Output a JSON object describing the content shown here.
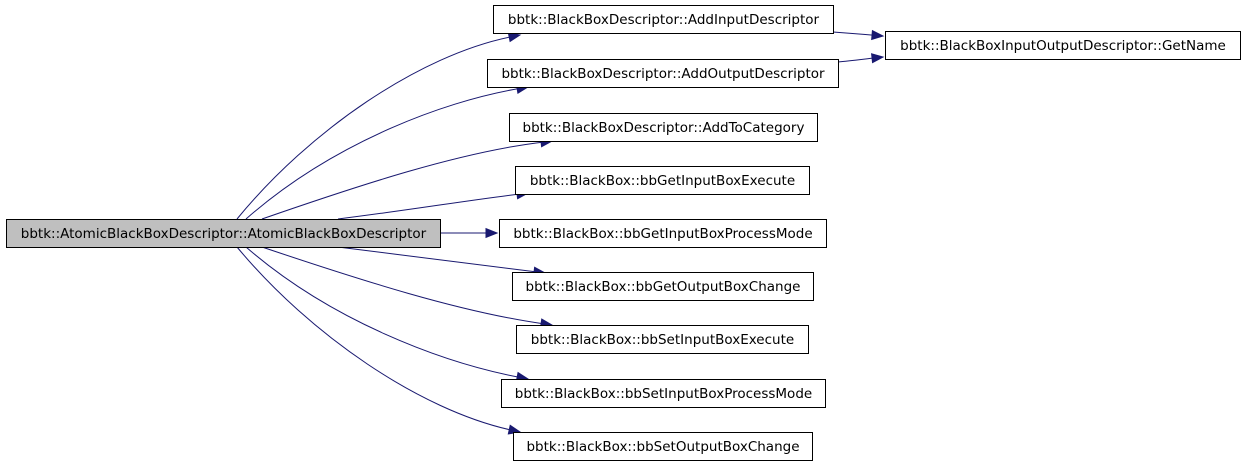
{
  "colors": {
    "edge": "#191970",
    "root_fill": "#bfbfbf",
    "node_fill": "#ffffff",
    "node_border": "#000000"
  },
  "nodes": [
    {
      "id": "root",
      "label": "bbtk::AtomicBlackBoxDescriptor::AtomicBlackBoxDescriptor",
      "highlighted": true
    },
    {
      "id": "addInput",
      "label": "bbtk::BlackBoxDescriptor::AddInputDescriptor"
    },
    {
      "id": "addOutput",
      "label": "bbtk::BlackBoxDescriptor::AddOutputDescriptor"
    },
    {
      "id": "addCategory",
      "label": "bbtk::BlackBoxDescriptor::AddToCategory"
    },
    {
      "id": "getInExec",
      "label": "bbtk::BlackBox::bbGetInputBoxExecute"
    },
    {
      "id": "getInProc",
      "label": "bbtk::BlackBox::bbGetInputBoxProcessMode"
    },
    {
      "id": "getOutChange",
      "label": "bbtk::BlackBox::bbGetOutputBoxChange"
    },
    {
      "id": "setInExec",
      "label": "bbtk::BlackBox::bbSetInputBoxExecute"
    },
    {
      "id": "setInProc",
      "label": "bbtk::BlackBox::bbSetInputBoxProcessMode"
    },
    {
      "id": "setOutChange",
      "label": "bbtk::BlackBox::bbSetOutputBoxChange"
    },
    {
      "id": "getName",
      "label": "bbtk::BlackBoxInputOutputDescriptor::GetName"
    }
  ],
  "edges": [
    {
      "from": "root",
      "to": "addInput"
    },
    {
      "from": "root",
      "to": "addOutput"
    },
    {
      "from": "root",
      "to": "addCategory"
    },
    {
      "from": "root",
      "to": "getInExec"
    },
    {
      "from": "root",
      "to": "getInProc"
    },
    {
      "from": "root",
      "to": "getOutChange"
    },
    {
      "from": "root",
      "to": "setInExec"
    },
    {
      "from": "root",
      "to": "setInProc"
    },
    {
      "from": "root",
      "to": "setOutChange"
    },
    {
      "from": "addInput",
      "to": "getName"
    },
    {
      "from": "addOutput",
      "to": "getName"
    }
  ]
}
